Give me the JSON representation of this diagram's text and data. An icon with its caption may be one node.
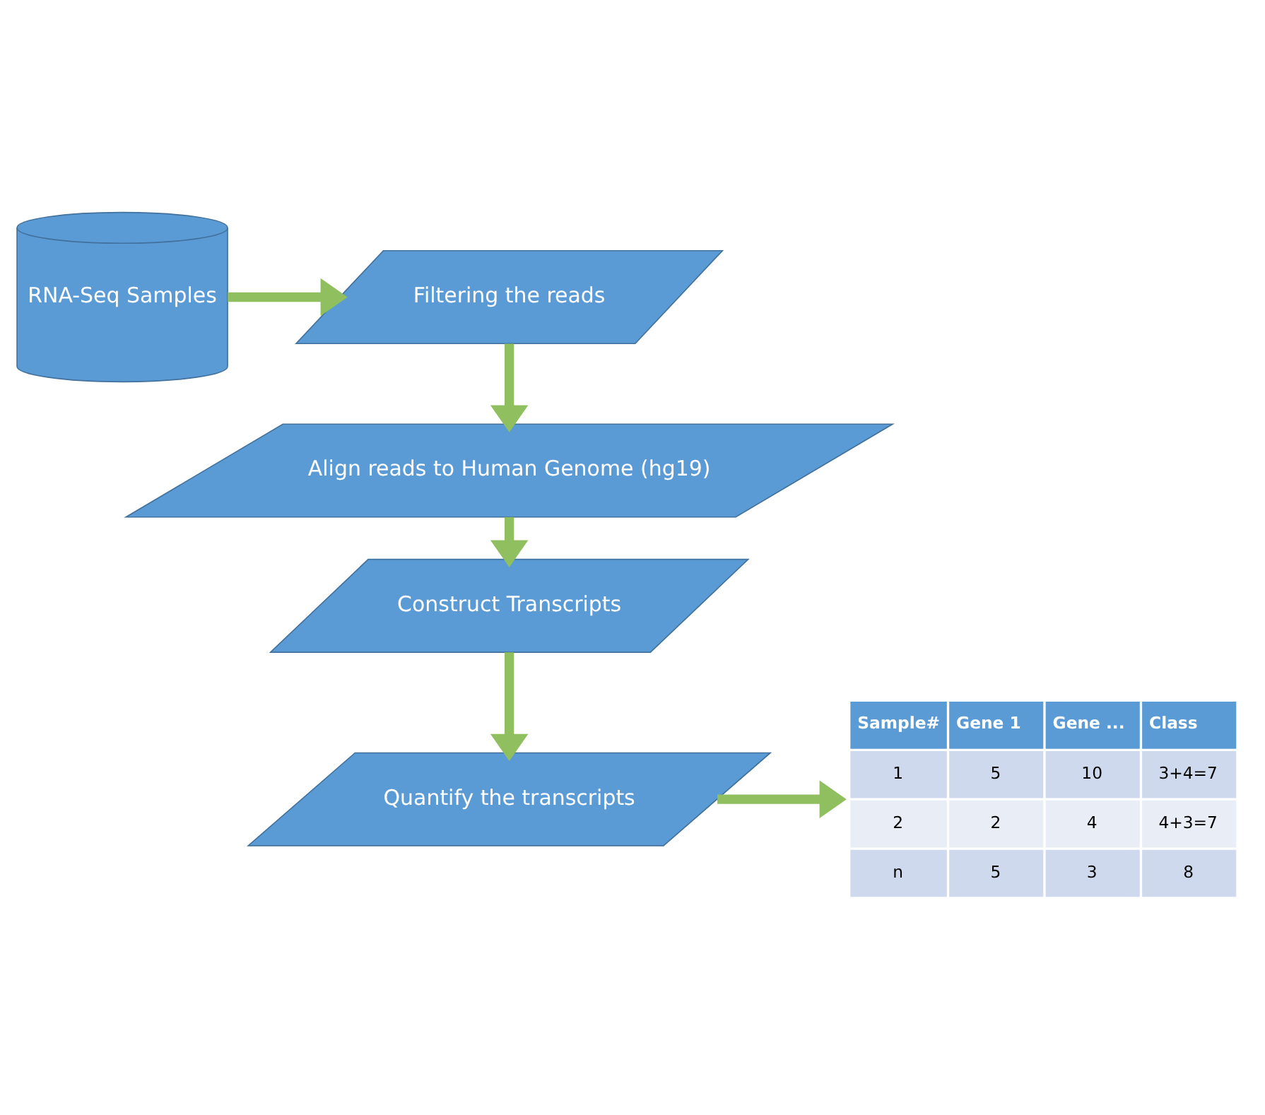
{
  "diagram": {
    "nodes": [
      {
        "text": [
          "RNA-Seq Samples"
        ]
      },
      {
        "text": [
          "Filtering the reads"
        ]
      },
      {
        "text": [
          "Align reads to Human Genome (hg19)"
        ]
      },
      {
        "text": [
          "Construct Transcripts"
        ]
      },
      {
        "text": [
          "Quantify the transcripts"
        ]
      },
      {
        "text": [
          "Sample#",
          "Gene 1",
          "Gene ...",
          "Class",
          "1",
          "5",
          "10",
          "3+4=7",
          "2",
          "2",
          "4",
          "4+3=7",
          "n",
          "5",
          "3",
          "8"
        ]
      }
    ],
    "edges": [
      {
        "from": 0,
        "to": 1,
        "arrow": "to"
      },
      {
        "from": 1,
        "to": 2,
        "arrow": "to"
      },
      {
        "from": 2,
        "to": 3,
        "arrow": "to"
      },
      {
        "from": 3,
        "to": 4,
        "arrow": "to"
      },
      {
        "from": 4,
        "to": 5,
        "arrow": "to"
      }
    ]
  }
}
